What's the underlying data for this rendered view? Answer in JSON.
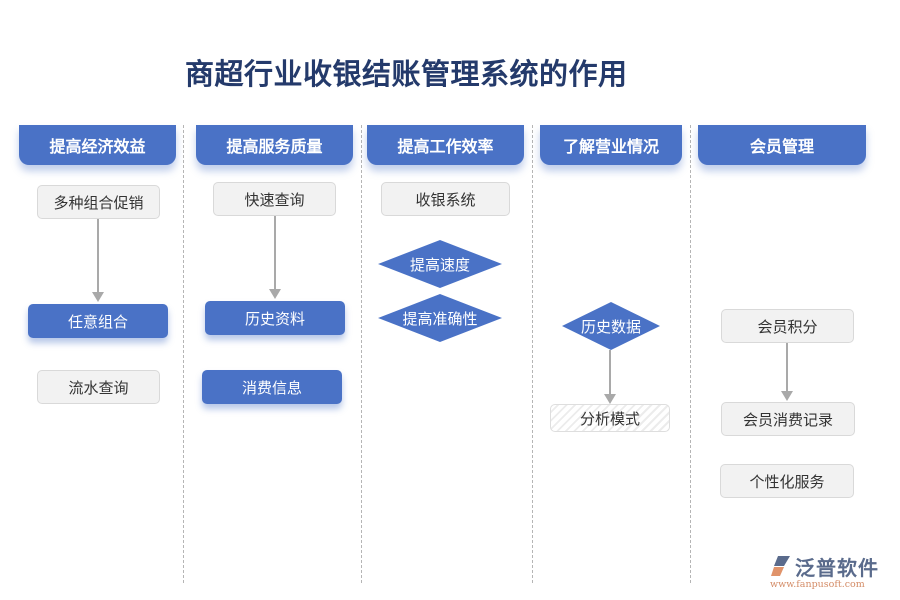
{
  "title": "商超行业收银结账管理系统的作用",
  "colors": {
    "accent_blue": "#4a72c6",
    "title_color": "#243a6b",
    "gray_box": "#f2f2f2",
    "arrow": "#a9a9a9",
    "logo_orange": "#d48c67"
  },
  "columns": [
    {
      "header": "提高经济效益",
      "nodes": [
        {
          "label": "多种组合促销",
          "style": "gray"
        },
        {
          "label": "任意组合",
          "style": "blue"
        },
        {
          "label": "流水查询",
          "style": "gray"
        }
      ]
    },
    {
      "header": "提高服务质量",
      "nodes": [
        {
          "label": "快速查询",
          "style": "gray"
        },
        {
          "label": "历史资料",
          "style": "blue"
        },
        {
          "label": "消费信息",
          "style": "blue"
        }
      ]
    },
    {
      "header": "提高工作效率",
      "nodes": [
        {
          "label": "收银系统",
          "style": "gray"
        },
        {
          "label": "提高速度",
          "style": "diamond"
        },
        {
          "label": "提高准确性",
          "style": "diamond"
        }
      ]
    },
    {
      "header": "了解营业情况",
      "nodes": [
        {
          "label": "历史数据",
          "style": "diamond"
        },
        {
          "label": "分析模式",
          "style": "hatched"
        }
      ]
    },
    {
      "header": "会员管理",
      "nodes": [
        {
          "label": "会员积分",
          "style": "gray"
        },
        {
          "label": "会员消费记录",
          "style": "gray"
        },
        {
          "label": "个性化服务",
          "style": "gray"
        }
      ]
    }
  ],
  "logo": {
    "name": "泛普软件",
    "url": "www.fanpusoft.com",
    "icon": "fanpu-logo-icon"
  }
}
